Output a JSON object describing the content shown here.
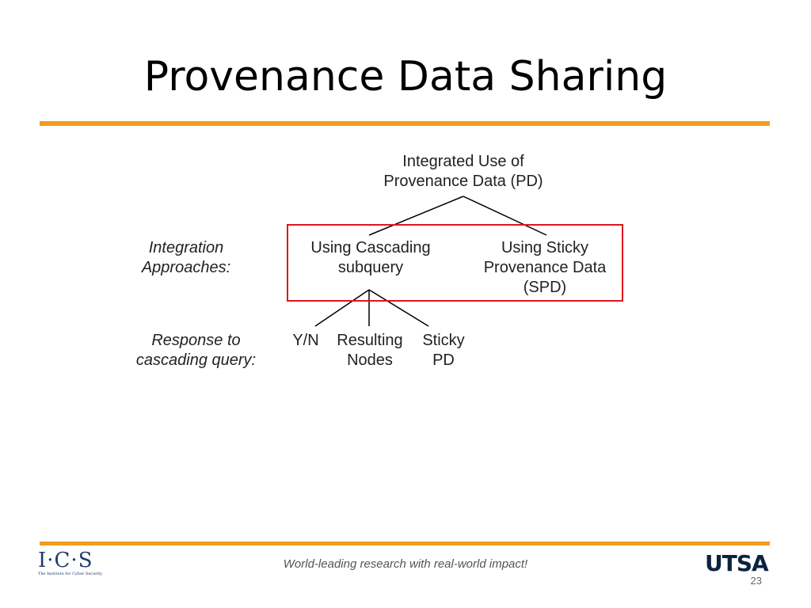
{
  "title": "Provenance Data Sharing",
  "diagram": {
    "root": [
      "Integrated Use of",
      "Provenance Data (PD)"
    ],
    "approaches_label": [
      "Integration",
      "Approaches:"
    ],
    "approach_cascading": [
      "Using Cascading",
      "subquery"
    ],
    "approach_sticky": [
      "Using Sticky",
      "Provenance Data",
      "(SPD)"
    ],
    "response_label": [
      "Response to",
      "cascading query:"
    ],
    "response_yn": "Y/N",
    "response_nodes": [
      "Resulting",
      "Nodes"
    ],
    "response_sticky": [
      "Sticky",
      "PD"
    ]
  },
  "footer": {
    "tagline": "World-leading research with real-world impact!",
    "page_number": "23",
    "left_logo": "I·C·S",
    "left_logo_subtitle": "The Institute for Cyber Security",
    "right_logo": "UTSA",
    "accent_color": "#f39c1f",
    "highlight_color": "#e0141f"
  }
}
